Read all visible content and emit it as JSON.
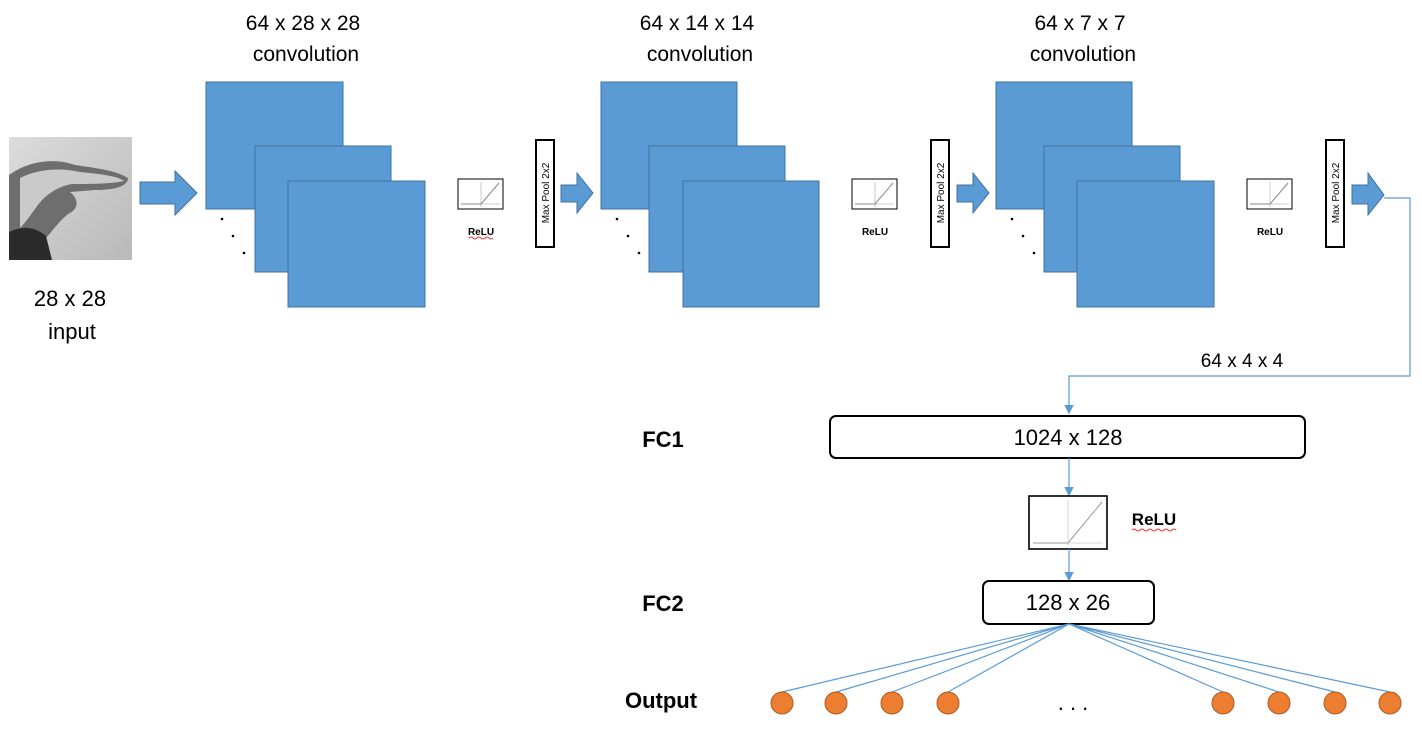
{
  "input": {
    "label_line1": "28 x 28",
    "label_line2": "input"
  },
  "conv_blocks": [
    {
      "dims": "64 x 28 x 28",
      "name": "convolution"
    },
    {
      "dims": "64 x 14 x 14",
      "name": "convolution"
    },
    {
      "dims": "64 x 7 x 7",
      "name": "convolution"
    }
  ],
  "relu_label": "ReLU",
  "maxpool_label": "Max Pool 2x2",
  "flatten_label": "64 x 4 x 4",
  "fc1": {
    "name": "FC1",
    "dims": "1024 x 128"
  },
  "fc2_relu_label": "ReLU",
  "fc2": {
    "name": "FC2",
    "dims": "128 x 26"
  },
  "output": {
    "label": "Output",
    "ellipsis": ". . ."
  },
  "colors": {
    "feature_map": "#5b9bd5",
    "output_node": "#ed7d31",
    "connector": "#5b9bd5"
  }
}
